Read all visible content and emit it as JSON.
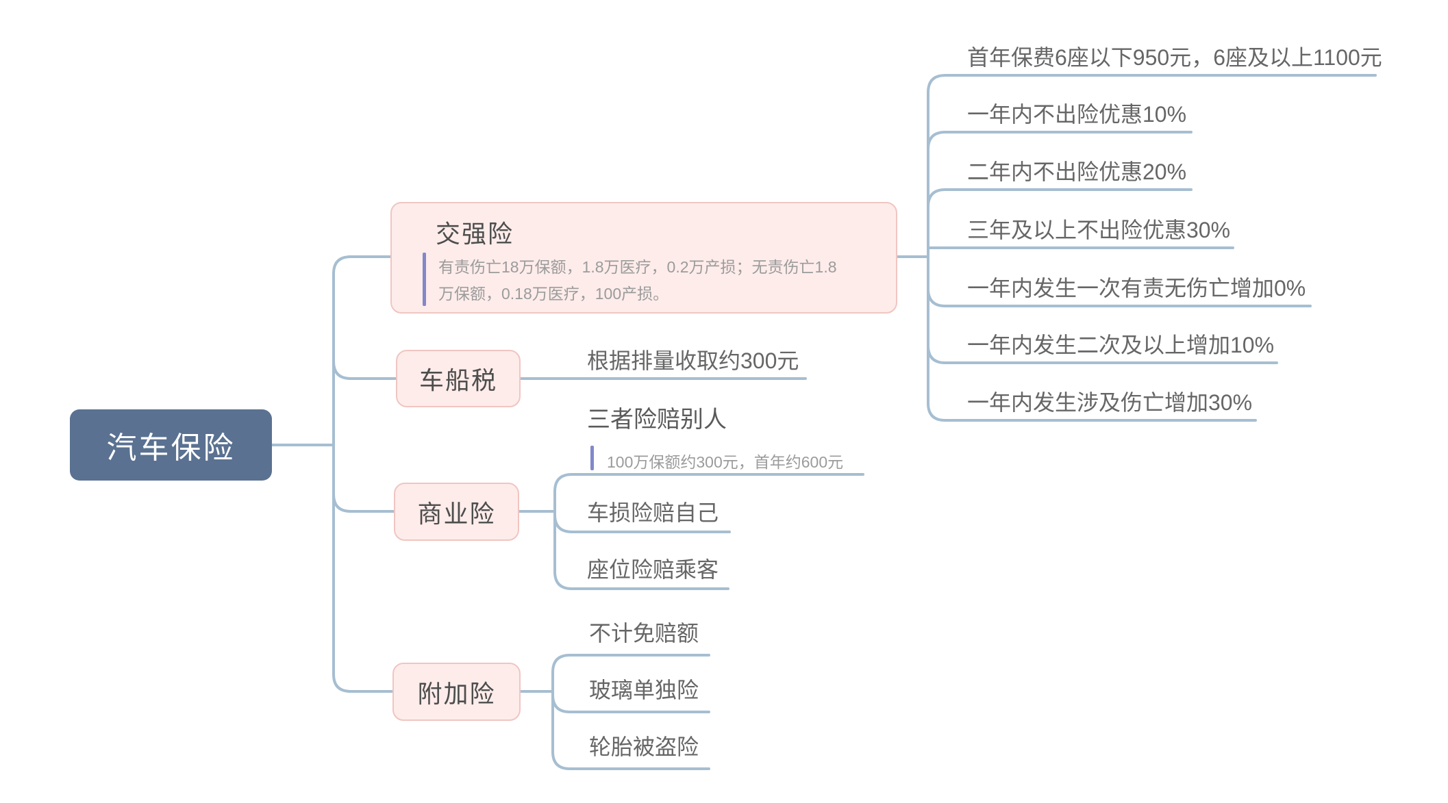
{
  "root": {
    "label": "汽车保险"
  },
  "branches": [
    {
      "label": "交强险",
      "note": "有责伤亡18万保额，1.8万医疗，0.2万产损；无责伤亡1.8万保额，0.18万医疗，100产损。",
      "children": [
        {
          "label": "首年保费6座以下950元，6座及以上1100元"
        },
        {
          "label": "一年内不出险优惠10%"
        },
        {
          "label": "二年内不出险优惠20%"
        },
        {
          "label": "三年及以上不出险优惠30%"
        },
        {
          "label": "一年内发生一次有责无伤亡增加0%"
        },
        {
          "label": "一年内发生二次及以上增加10%"
        },
        {
          "label": "一年内发生涉及伤亡增加30%"
        }
      ]
    },
    {
      "label": "车船税",
      "children": [
        {
          "label": "根据排量收取约300元"
        }
      ]
    },
    {
      "label": "商业险",
      "children": [
        {
          "label": "三者险赔别人",
          "note": "100万保额约300元，首年约600元"
        },
        {
          "label": "车损险赔自己"
        },
        {
          "label": "座位险赔乘客"
        }
      ]
    },
    {
      "label": "附加险",
      "children": [
        {
          "label": "不计免赔额"
        },
        {
          "label": "玻璃单独险"
        },
        {
          "label": "轮胎被盗险"
        }
      ]
    }
  ],
  "colors": {
    "background": "#ffffff",
    "root_fill": "#5a7191",
    "root_text": "#ffffff",
    "branch_fill": "#fdecea",
    "branch_border": "#f0c5c1",
    "branch_text": "#4d4d4d",
    "child_text": "#666666",
    "note_text": "#9b9b9b",
    "note_bar": "#8188ca",
    "connector": "#a6bed1"
  }
}
